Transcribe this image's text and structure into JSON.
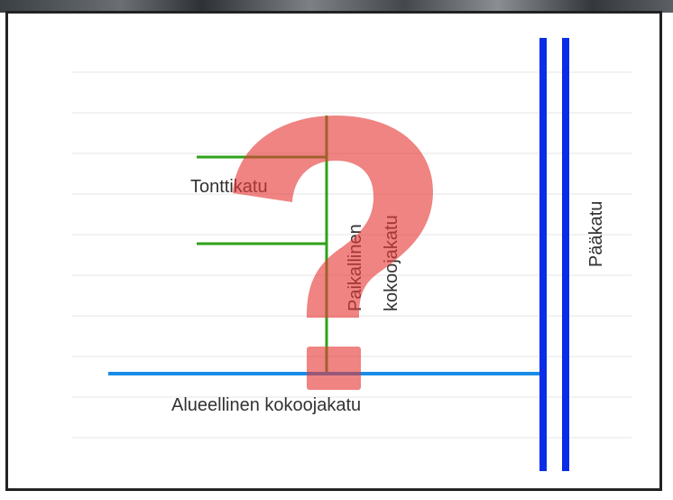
{
  "diagram": {
    "labels": {
      "tonttikatu": "Tonttikatu",
      "paikallinen_line1": "Paikallinen",
      "paikallinen_line2": "kokoojakatu",
      "paakatu": "Pääkatu",
      "alueellinen": "Alueellinen kokoojakatu"
    },
    "colors": {
      "green_street": "#2ea21a",
      "blue_street": "#1a8ce6",
      "main_street": "#0a2ee8",
      "question_mark": "#e53935",
      "frame": "#222222"
    },
    "overlay_icon": "question-mark-icon"
  }
}
